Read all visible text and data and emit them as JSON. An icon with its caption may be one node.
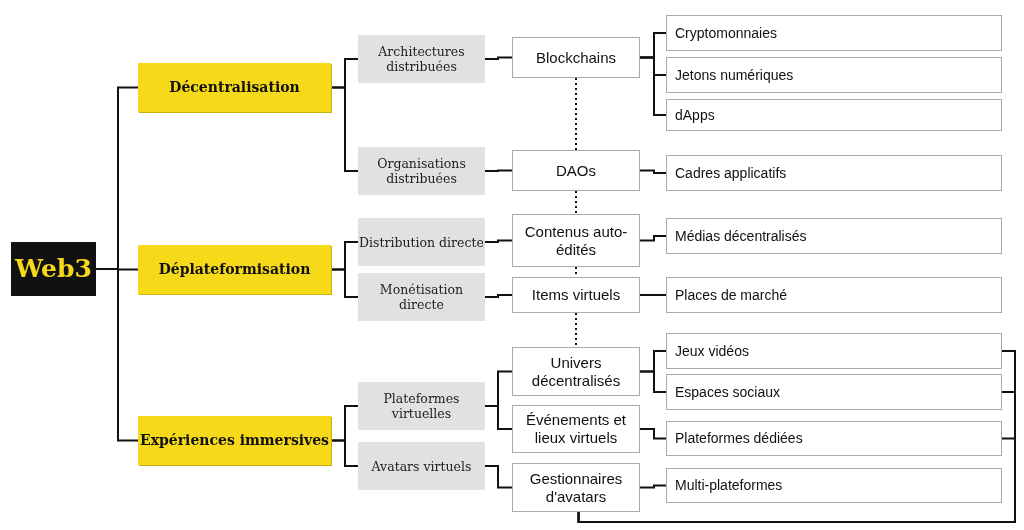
{
  "diagram": {
    "nodes": [
      {
        "text": [
          "Web3"
        ]
      },
      {
        "text": [
          "Décentralisation"
        ]
      },
      {
        "text": [
          "Déplateformisation"
        ]
      },
      {
        "text": [
          "Expériences immersives"
        ]
      },
      {
        "text": [
          "Architectures distribuées"
        ]
      },
      {
        "text": [
          "Organisations distribuées"
        ]
      },
      {
        "text": [
          "Distribution directe"
        ]
      },
      {
        "text": [
          "Monétisation directe"
        ]
      },
      {
        "text": [
          "Plateformes virtuelles"
        ]
      },
      {
        "text": [
          "Avatars virtuels"
        ]
      },
      {
        "text": [
          "Blockchains"
        ]
      },
      {
        "text": [
          "DAOs"
        ]
      },
      {
        "text": [
          "Contenus auto-édités"
        ]
      },
      {
        "text": [
          "Items virtuels"
        ]
      },
      {
        "text": [
          "Univers décentralisés"
        ]
      },
      {
        "text": [
          "Événements et lieux virtuels"
        ]
      },
      {
        "text": [
          "Gestionnaires d'avatars"
        ]
      },
      {
        "text": [
          "Cryptomonnaies"
        ]
      },
      {
        "text": [
          "Jetons numériques"
        ]
      },
      {
        "text": [
          "dApps"
        ]
      },
      {
        "text": [
          "Cadres applicatifs"
        ]
      },
      {
        "text": [
          "Médias décentralisés"
        ]
      },
      {
        "text": [
          "Places de marché"
        ]
      },
      {
        "text": [
          "Jeux vidéos"
        ]
      },
      {
        "text": [
          "Espaces sociaux"
        ]
      },
      {
        "text": [
          "Plateformes dédiées"
        ]
      },
      {
        "text": [
          "Multi-plateformes"
        ]
      }
    ],
    "edges": [
      {
        "from": 0,
        "to": 1,
        "arrow": "none"
      },
      {
        "from": 0,
        "to": 2,
        "arrow": "none"
      },
      {
        "from": 0,
        "to": 3,
        "arrow": "none"
      },
      {
        "from": 1,
        "to": 4,
        "arrow": "none"
      },
      {
        "from": 1,
        "to": 5,
        "arrow": "none"
      },
      {
        "from": 2,
        "to": 6,
        "arrow": "none"
      },
      {
        "from": 2,
        "to": 7,
        "arrow": "none"
      },
      {
        "from": 3,
        "to": 8,
        "arrow": "none"
      },
      {
        "from": 3,
        "to": 9,
        "arrow": "none"
      },
      {
        "from": 4,
        "to": 10,
        "arrow": "none"
      },
      {
        "from": 5,
        "to": 11,
        "arrow": "none"
      },
      {
        "from": 6,
        "to": 12,
        "arrow": "none"
      },
      {
        "from": 7,
        "to": 13,
        "arrow": "none"
      },
      {
        "from": 8,
        "to": 14,
        "arrow": "none"
      },
      {
        "from": 8,
        "to": 15,
        "arrow": "none"
      },
      {
        "from": 9,
        "to": 16,
        "arrow": "none"
      },
      {
        "from": 10,
        "to": 17,
        "arrow": "none"
      },
      {
        "from": 10,
        "to": 18,
        "arrow": "none"
      },
      {
        "from": 10,
        "to": 19,
        "arrow": "none"
      },
      {
        "from": 11,
        "to": 20,
        "arrow": "none"
      },
      {
        "from": 12,
        "to": 21,
        "arrow": "none"
      },
      {
        "from": 13,
        "to": 22,
        "arrow": "none"
      },
      {
        "from": 14,
        "to": 23,
        "arrow": "none"
      },
      {
        "from": 14,
        "to": 24,
        "arrow": "none"
      },
      {
        "from": 15,
        "to": 25,
        "arrow": "none"
      },
      {
        "from": 16,
        "to": 26,
        "arrow": "none"
      },
      {
        "from": 10,
        "to": 11,
        "arrow": "none",
        "style": "dashed"
      },
      {
        "from": 11,
        "to": 12,
        "arrow": "none",
        "style": "dashed"
      },
      {
        "from": 12,
        "to": 13,
        "arrow": "none",
        "style": "dashed"
      },
      {
        "from": 13,
        "to": 14,
        "arrow": "none",
        "style": "dashed"
      },
      {
        "from": 23,
        "to": 16,
        "arrow": "none"
      },
      {
        "from": 24,
        "to": 16,
        "arrow": "none"
      },
      {
        "from": 25,
        "to": 16,
        "arrow": "none"
      }
    ]
  }
}
